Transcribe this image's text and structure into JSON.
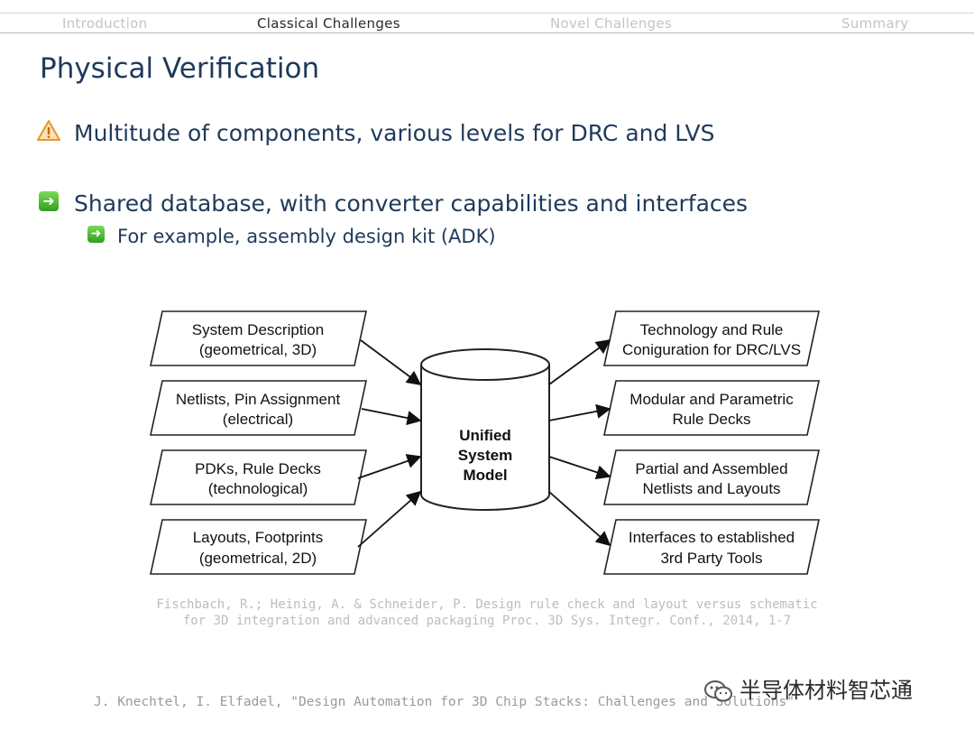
{
  "nav": {
    "items": [
      "Introduction",
      "Classical Challenges",
      "Novel Challenges",
      "Summary"
    ],
    "active_index": 1
  },
  "slide": {
    "title": "Physical Verification",
    "bullets": [
      {
        "icon": "warning-icon",
        "text": "Multitude of components, various levels for DRC and LVS"
      },
      {
        "icon": "green-arrow-icon",
        "text": "Shared database, with converter capabilities and interfaces"
      }
    ],
    "subbullet": {
      "icon": "green-arrow-icon",
      "text": "For example, assembly design kit (ADK)"
    }
  },
  "diagram": {
    "center": [
      "Unified",
      "System",
      "Model"
    ],
    "inputs": [
      [
        "System Description",
        "(geometrical, 3D)"
      ],
      [
        "Netlists, Pin Assignment",
        "(electrical)"
      ],
      [
        "PDKs, Rule Decks",
        "(technological)"
      ],
      [
        "Layouts, Footprints",
        "(geometrical, 2D)"
      ]
    ],
    "outputs": [
      [
        "Technology and Rule",
        "Coniguration for DRC/LVS"
      ],
      [
        "Modular and Parametric",
        "Rule Decks"
      ],
      [
        "Partial and Assembled",
        "Netlists and Layouts"
      ],
      [
        "Interfaces to established",
        "3rd Party Tools"
      ]
    ]
  },
  "citation": [
    "Fischbach, R.; Heinig, A. & Schneider, P. Design rule check and layout versus schematic",
    "for 3D integration and advanced packaging Proc. 3D Sys. Integr. Conf., 2014, 1-7"
  ],
  "footer": "J. Knechtel, I. Elfadel, \"Design Automation for 3D Chip Stacks: Challenges and Solutions\"",
  "watermark": "半导体材料智芯通",
  "colors": {
    "title": "#1f3a5a",
    "nav_inactive": "#c4c4c4",
    "nav_active": "#2a2a2a",
    "warning": "#f0a030",
    "arrow_icon": "#3aa52a"
  }
}
